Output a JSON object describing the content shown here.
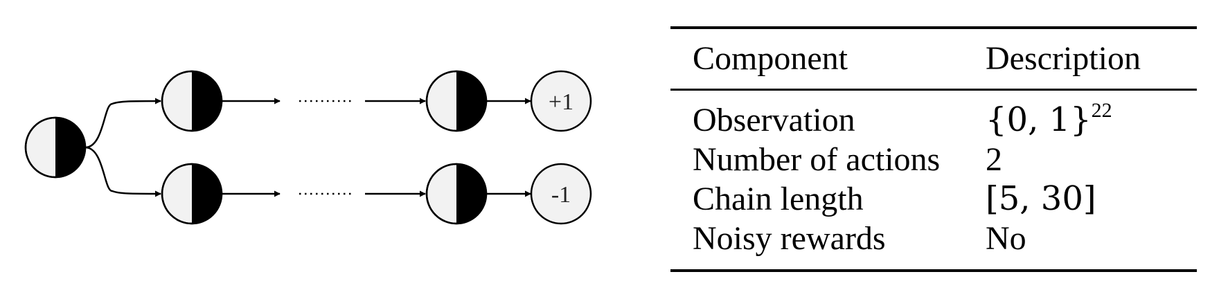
{
  "diagram": {
    "chain_top_reward": "+1",
    "chain_bottom_reward": "-1"
  },
  "table": {
    "headers": [
      "Component",
      "Description"
    ],
    "rows": [
      {
        "component": "Observation",
        "description": "{0, 1}",
        "description_sup": "22"
      },
      {
        "component": "Number of actions",
        "description": "2"
      },
      {
        "component": "Chain length",
        "description": "[5, 30]"
      },
      {
        "component": "Noisy rewards",
        "description": "No"
      }
    ]
  }
}
